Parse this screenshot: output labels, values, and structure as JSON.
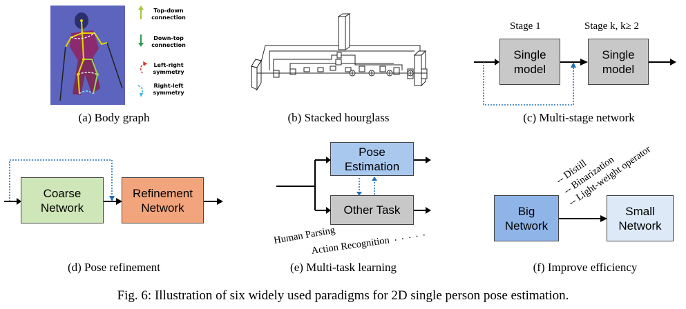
{
  "panels": {
    "a": {
      "caption": "(a) Body graph",
      "legend": [
        {
          "label": "Top-down connection",
          "color": "#a4c639"
        },
        {
          "label": "Down-top connection",
          "color": "#2e9b4a"
        },
        {
          "label": "Left-right symmetry",
          "color": "#d63a2a"
        },
        {
          "label": "Right-left symmetry",
          "color": "#35b4e6"
        }
      ]
    },
    "b": {
      "caption": "(b) Stacked hourglass"
    },
    "c": {
      "caption": "(c) Multi-stage network",
      "stage1": "Stage 1",
      "stagek": "Stage k, k≥ 2",
      "box1": [
        "Single",
        "model"
      ],
      "box2": [
        "Single",
        "model"
      ]
    },
    "d": {
      "caption": "(d) Pose refinement",
      "coarse": [
        "Coarse",
        "Network"
      ],
      "refine": [
        "Refinement",
        "Network"
      ]
    },
    "e": {
      "caption": "(e) Multi-task learning",
      "pose": [
        "Pose",
        "Estimation"
      ],
      "other": "Other Task",
      "human_parsing": "Human Parsing",
      "action": "Action Recognition",
      "dots": "· · · · ·"
    },
    "f": {
      "caption": "(f) Improve efficiency",
      "big": [
        "Big",
        "Network"
      ],
      "small": [
        "Small",
        "Network"
      ],
      "methods": [
        "-- Distill",
        "-- Binarization",
        "-- Light-weight operator"
      ]
    }
  },
  "figure_caption": "Fig. 6: Illustration of six widely used paradigms for 2D single person pose estimation.",
  "colors": {
    "gray": "#c8c8c8",
    "green": "#cfe6b8",
    "orange": "#f2a57c",
    "blue": "#a9c8ee",
    "lightblue": "#dde9f7",
    "dotted_blue": "#1f6fbf"
  }
}
